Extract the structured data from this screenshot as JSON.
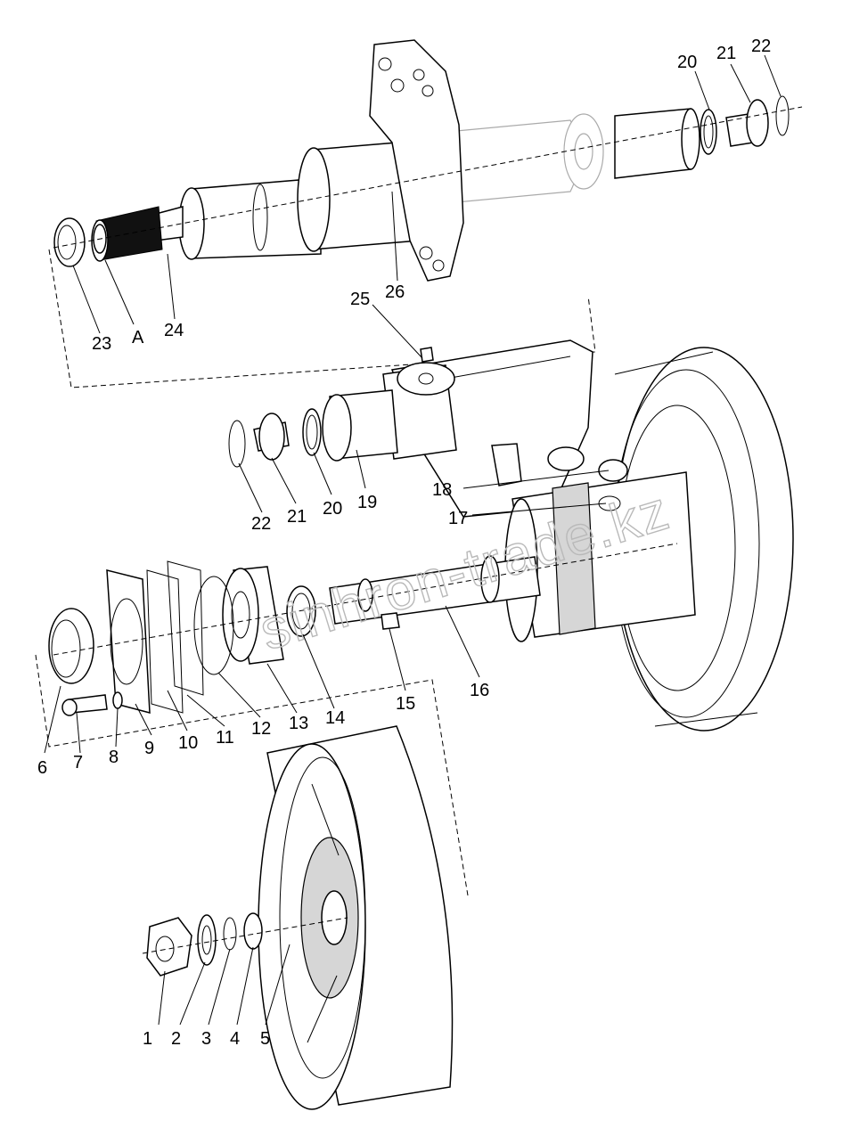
{
  "diagram": {
    "callouts": [
      {
        "id": "c1",
        "text": "1"
      },
      {
        "id": "c2",
        "text": "2"
      },
      {
        "id": "c3",
        "text": "3"
      },
      {
        "id": "c4",
        "text": "4"
      },
      {
        "id": "c5",
        "text": "5"
      },
      {
        "id": "c6",
        "text": "6"
      },
      {
        "id": "c7",
        "text": "7"
      },
      {
        "id": "c8",
        "text": "8"
      },
      {
        "id": "c9",
        "text": "9"
      },
      {
        "id": "c10",
        "text": "10"
      },
      {
        "id": "c11",
        "text": "11"
      },
      {
        "id": "c12",
        "text": "12"
      },
      {
        "id": "c13",
        "text": "13"
      },
      {
        "id": "c14",
        "text": "14"
      },
      {
        "id": "c15",
        "text": "15"
      },
      {
        "id": "c16",
        "text": "16"
      },
      {
        "id": "c17",
        "text": "17"
      },
      {
        "id": "c18",
        "text": "18"
      },
      {
        "id": "c19",
        "text": "19"
      },
      {
        "id": "c20a",
        "text": "20"
      },
      {
        "id": "c21a",
        "text": "21"
      },
      {
        "id": "c22a",
        "text": "22"
      },
      {
        "id": "c20b",
        "text": "20"
      },
      {
        "id": "c21b",
        "text": "21"
      },
      {
        "id": "c22b",
        "text": "22"
      },
      {
        "id": "c23",
        "text": "23"
      },
      {
        "id": "cA",
        "text": "A"
      },
      {
        "id": "c24",
        "text": "24"
      },
      {
        "id": "c25",
        "text": "25"
      },
      {
        "id": "c26",
        "text": "26"
      }
    ],
    "watermark": "sinhron-trade.kz"
  }
}
